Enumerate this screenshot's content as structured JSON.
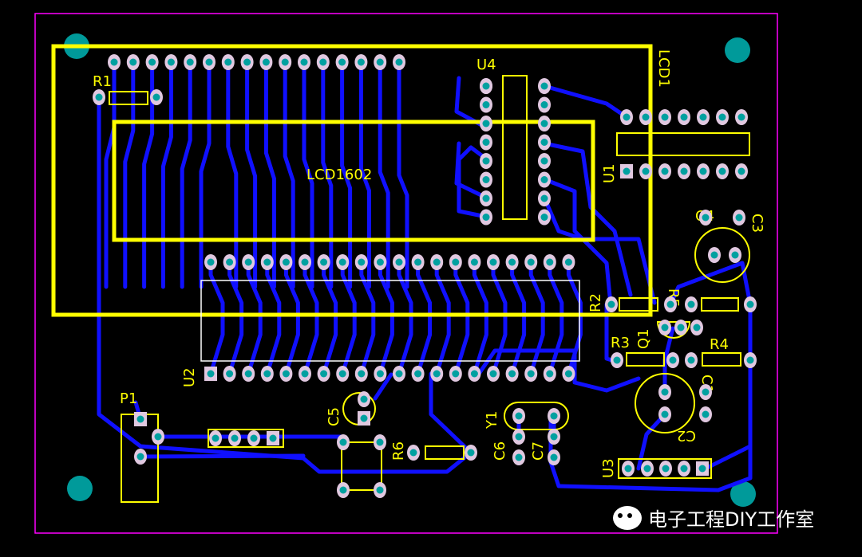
{
  "board": {
    "colors": {
      "background": "#000000",
      "outline": "#ff00ff",
      "silkscreen": "#ffff00",
      "trace": "#1010ff",
      "pad": "#e0c8e0",
      "drill": "#00a0a0",
      "mount_hole": "#009a9a"
    },
    "labels": {
      "lcd1": "LCD1",
      "lcd1602": "LCD1602",
      "u4": "U4",
      "r1": "R1",
      "u1": "U1",
      "c4": "C4",
      "c3": "C3",
      "r2": "R2",
      "r5": "R5",
      "r3": "R3",
      "q1": "Q1",
      "r4": "R4",
      "c1": "C1",
      "c2": "C2",
      "u3": "U3",
      "u2": "U2",
      "p1": "P1",
      "c5": "C5",
      "r6": "R6",
      "y1": "Y1",
      "c6": "C6",
      "c7": "C7"
    }
  },
  "watermark": {
    "text": "电子工程DIY工作室",
    "icon": "wechat-icon"
  }
}
